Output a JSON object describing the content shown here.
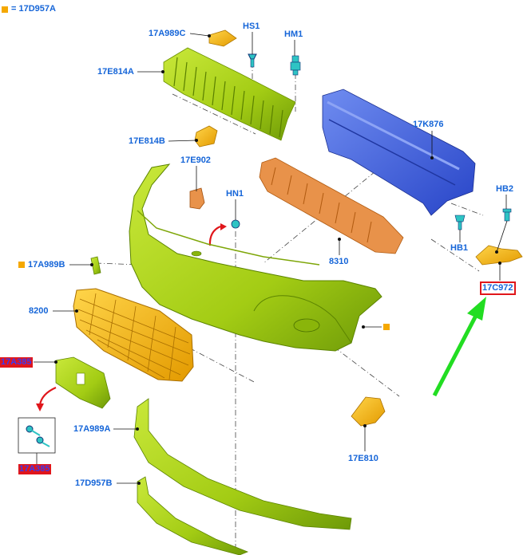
{
  "legend": {
    "text": "= 17D957A",
    "color": "#f5a800"
  },
  "labels": {
    "l17A989C": "17A989C",
    "hs1": "HS1",
    "hm1": "HM1",
    "l17E814A": "17E814A",
    "l17K876": "17K876",
    "l17E814B": "17E814B",
    "l17E902": "17E902",
    "hn1": "HN1",
    "hb2": "HB2",
    "l17A989B": "17A989B",
    "l8310": "8310",
    "hb1": "HB1",
    "l17C972": "17C972",
    "l8200": "8200",
    "l17A385": "17A385",
    "l17A989A": "17A989A",
    "l17E810": "17E810",
    "l17A385b": "17A385",
    "l17D957B": "17D957B"
  },
  "colors": {
    "label_text": "#1565d8",
    "highlight": "#e0161b",
    "bumper": "#a9d418",
    "absorber": "#e8924a",
    "beam": "#3f62dc",
    "grille": "#f5b400",
    "fastener": "#2ec4c4",
    "callout_arrow": "#22dd22",
    "red_arrow": "#e0161b"
  }
}
